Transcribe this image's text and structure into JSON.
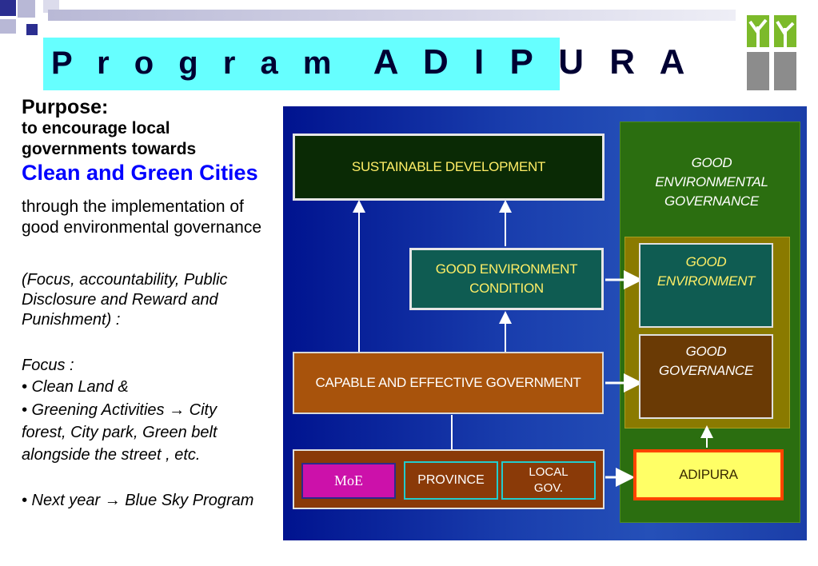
{
  "title": {
    "word1": "P r o g r a m",
    "word2": "A D I P U R A"
  },
  "left": {
    "purpose": "Purpose:",
    "line1": "to encourage local governments towards",
    "highlight": "Clean and Green Cities",
    "line2": "through the implementation of good environmental governance",
    "focus_note": "(Focus, accountability, Public Disclosure and Reward and Punishment) :",
    "focus_label": "Focus  :",
    "bullets": [
      "• Clean Land &",
      "• Greening Activities → City forest, City park, Green belt alongside the street , etc.",
      "• Next year → Blue Sky Program"
    ]
  },
  "diagram": {
    "sustainable": "SUSTAINABLE DEVELOPMENT",
    "good_env_condition_1": "GOOD ENVIRONMENT",
    "good_env_condition_2": "CONDITION",
    "capable_gov": "CAPABLE AND EFFECTIVE GOVERNMENT",
    "moe": "MoE",
    "province": "PROVINCE",
    "local_gov_1": "LOCAL",
    "local_gov_2": "GOV.",
    "good_env_gov_1": "GOOD",
    "good_env_gov_2": "ENVIRONMENTAL",
    "good_env_gov_3": "GOVERNANCE",
    "good_environment_1": "GOOD",
    "good_environment_2": "ENVIRONMENT",
    "good_governance_1": "GOOD",
    "good_governance_2": "GOVERNANCE",
    "adipura": "ADIPURA"
  },
  "colors": {
    "title_bg": "#66ffff",
    "diagram_bg": "#1a3fae",
    "sustainable_bg": "#0a2a05",
    "condition_bg": "#0f5c52",
    "capable_bg": "#a8530c",
    "moe_bg": "#cc11aa",
    "green_panel": "#2b6e10",
    "good_env_bg": "#0f5c52",
    "good_gov_bg": "#6a3a05",
    "adipura_bg": "#ffff66",
    "adipura_border": "#ff4400",
    "highlight_text": "#0000ff"
  },
  "icons": [
    "square-decoration",
    "tree-logo-icon",
    "arrow-up-icon",
    "arrow-right-icon"
  ]
}
